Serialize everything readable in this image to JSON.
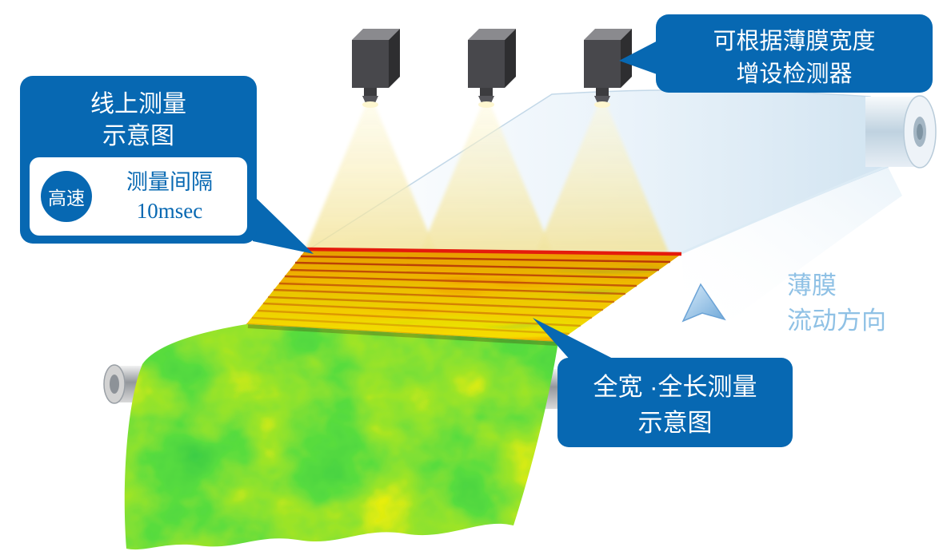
{
  "colors": {
    "accent_blue": "#0768b2",
    "flow_text_blue": "#8fc1e5",
    "measurement_line_red": "#e41b0c",
    "heatmap_green": "#1eae28",
    "heatmap_yellow": "#f2e400",
    "heatmap_red": "#d93a06"
  },
  "callout_inline": {
    "line1": "线上测量",
    "line2": "示意图",
    "badge": "高速",
    "interval_label": "测量间隔",
    "interval_value": "10msec"
  },
  "callout_detector": {
    "line1": "可根据薄膜宽度",
    "line2": "增设检测器"
  },
  "callout_fullwidth": {
    "line1": "全宽 ·全长测量",
    "line2": "示意图"
  },
  "flow_label": {
    "line1": "薄膜",
    "line2": "流动方向"
  }
}
